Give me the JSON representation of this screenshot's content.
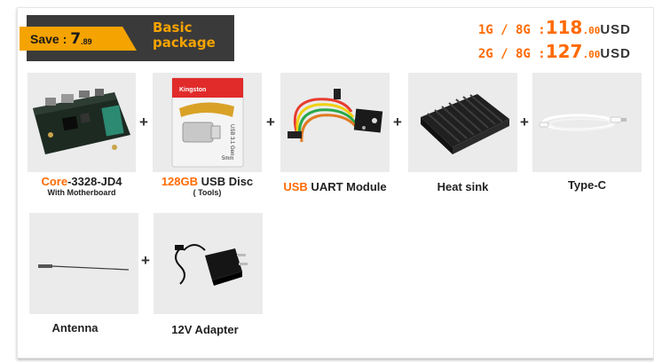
{
  "header": {
    "save_label": "Save :",
    "save_amount_int": "7",
    "save_amount_dec": ".89",
    "package_title_line1": "Basic",
    "package_title_line2": "package"
  },
  "prices": [
    {
      "config": "1G / 8G :",
      "int": "118",
      "dec": ".00",
      "currency": "USD"
    },
    {
      "config": "2G / 8G :",
      "int": "127",
      "dec": ".00",
      "currency": "USD"
    }
  ],
  "items": [
    {
      "name_hl": "Core",
      "name_rest": "-3328-JD4",
      "sub": "With Motherboard"
    },
    {
      "name_hl": "128GB",
      "name_rest": " USB Disc",
      "sub": "( Tools)",
      "brand": "Kingston",
      "disk_model": "USB 3.1 Gen",
      "size": "5mm"
    },
    {
      "name_hl": "USB",
      "name_rest": " UART Module"
    },
    {
      "name_hl": "",
      "name_rest": "Heat sink"
    },
    {
      "name_hl": "",
      "name_rest": "Type-C"
    },
    {
      "name_hl": "",
      "name_rest": "Antenna"
    },
    {
      "name_hl": "",
      "name_rest": "12V Adapter"
    }
  ],
  "plus_symbol": "+"
}
